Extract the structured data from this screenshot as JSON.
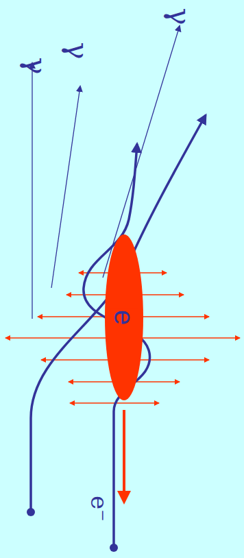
{
  "diagram": {
    "nodes": [
      {
        "text": [
          "e"
        ]
      }
    ],
    "labels": [
      "γ",
      "γ",
      "γ",
      "e⁻"
    ]
  }
}
